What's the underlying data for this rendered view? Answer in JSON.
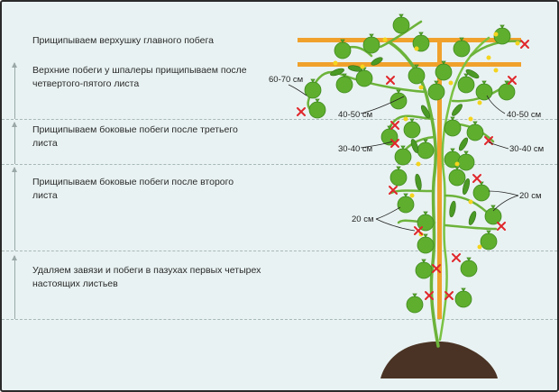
{
  "stages": [
    {
      "text": "Прищипываем верхушку главного побега"
    },
    {
      "text_line1": "Верхние побеги у шпалеры прищипываем после",
      "text_line2": "четвертого-пятого листа"
    },
    {
      "text_line1": "Прищипываем боковые побеги после третьего",
      "text_line2": "листа"
    },
    {
      "text_line1": "Прищипываем боковые побеги после второго",
      "text_line2": "листа"
    },
    {
      "text_line1": "Удаляем завязи и побеги в пазухах первых четырех",
      "text_line2": "настоящих листьев"
    }
  ],
  "measurements": {
    "m60_70": "60-70 см",
    "m40_50_left": "40-50 см",
    "m40_50_right": "40-50 см",
    "m30_40_left": "30-40 см",
    "m30_40_right": "30-40 см",
    "m20_left": "20 см",
    "m20_right": "20 см"
  },
  "colors": {
    "background": "#e9f2f2",
    "trellis": "#f0a12c",
    "leaf": "#5fae2e",
    "leaf_dark": "#3f8a1f",
    "stem": "#6cb33a",
    "fruit": "#4a9a25",
    "flower": "#f4d41e",
    "cross": "#e0262b",
    "soil": "#4a3324"
  }
}
